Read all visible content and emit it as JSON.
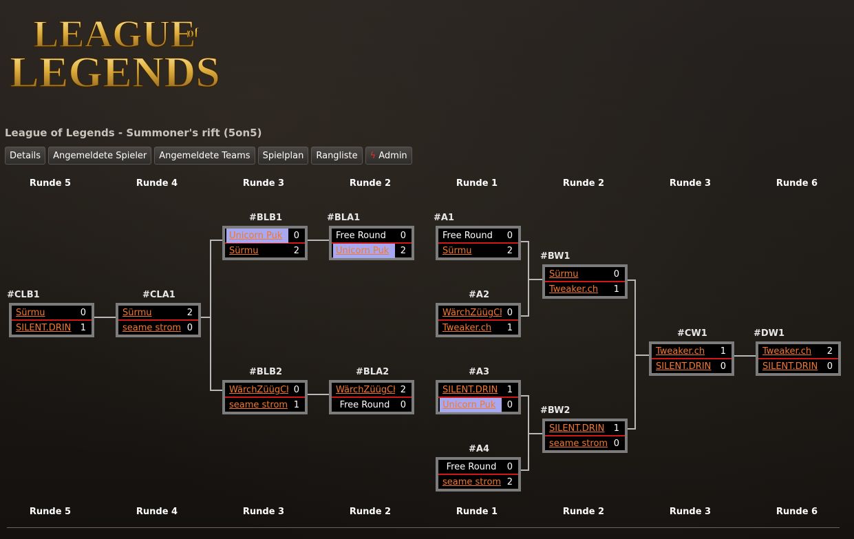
{
  "logo": {
    "line1": "LEAGUE",
    "of": "of",
    "line2": "LEGENDS"
  },
  "subtitle": "League of Legends - Summoner's rift (5on5)",
  "nav": [
    {
      "label": "Details"
    },
    {
      "label": "Angemeldete Spieler"
    },
    {
      "label": "Angemeldete Teams"
    },
    {
      "label": "Spielplan"
    },
    {
      "label": "Rangliste"
    },
    {
      "label": "Admin",
      "icon": "bolt-icon"
    }
  ],
  "rounds": [
    "Runde 5",
    "Runde 4",
    "Runde 3",
    "Runde 2",
    "Runde 1",
    "Runde 2",
    "Runde 3",
    "Runde 6"
  ],
  "matches": {
    "CLB1": {
      "id": "#CLB1",
      "t1": "Sürmu",
      "s1": "0",
      "t2": "SILENT.DRIN",
      "s2": "1"
    },
    "CLA1": {
      "id": "#CLA1",
      "t1": "Sürmu",
      "s1": "2",
      "t2": "seame strom",
      "s2": "0"
    },
    "BLB1": {
      "id": "#BLB1",
      "t1": "Unicorn Puk",
      "s1": "0",
      "t2": "Sürmu",
      "s2": "2"
    },
    "BLB2": {
      "id": "#BLB2",
      "t1": "WärchZüügCh",
      "s1": "0",
      "t2": "seame strom",
      "s2": "1"
    },
    "BLA1": {
      "id": "#BLA1",
      "t1": "Free Round",
      "s1": "0",
      "t2": "Unicorn Puk",
      "s2": "2"
    },
    "BLA2": {
      "id": "#BLA2",
      "t1": "WärchZüügCh",
      "s1": "2",
      "t2": "Free Round",
      "s2": "0"
    },
    "A1": {
      "id": "#A1",
      "t1": "Free Round",
      "s1": "0",
      "t2": "Sürmu",
      "s2": "2"
    },
    "A2": {
      "id": "#A2",
      "t1": "WärchZüügCh",
      "s1": "0",
      "t2": "Tweaker.ch",
      "s2": "1"
    },
    "A3": {
      "id": "#A3",
      "t1": "SILENT.DRIN",
      "s1": "1",
      "t2": "Unicorn Puk",
      "s2": "0"
    },
    "A4": {
      "id": "#A4",
      "t1": "Free Round",
      "s1": "0",
      "t2": "seame strom",
      "s2": "2"
    },
    "BW1": {
      "id": "#BW1",
      "t1": "Sürmu",
      "s1": "0",
      "t2": "Tweaker.ch",
      "s2": "1"
    },
    "BW2": {
      "id": "#BW2",
      "t1": "SILENT.DRIN",
      "s1": "1",
      "t2": "seame strom",
      "s2": "0"
    },
    "CW1": {
      "id": "#CW1",
      "t1": "Tweaker.ch",
      "s1": "1",
      "t2": "SILENT.DRIN",
      "s2": "0"
    },
    "DW1": {
      "id": "#DW1",
      "t1": "Tweaker.ch",
      "s1": "2",
      "t2": "SILENT.DRIN",
      "s2": "0"
    }
  }
}
